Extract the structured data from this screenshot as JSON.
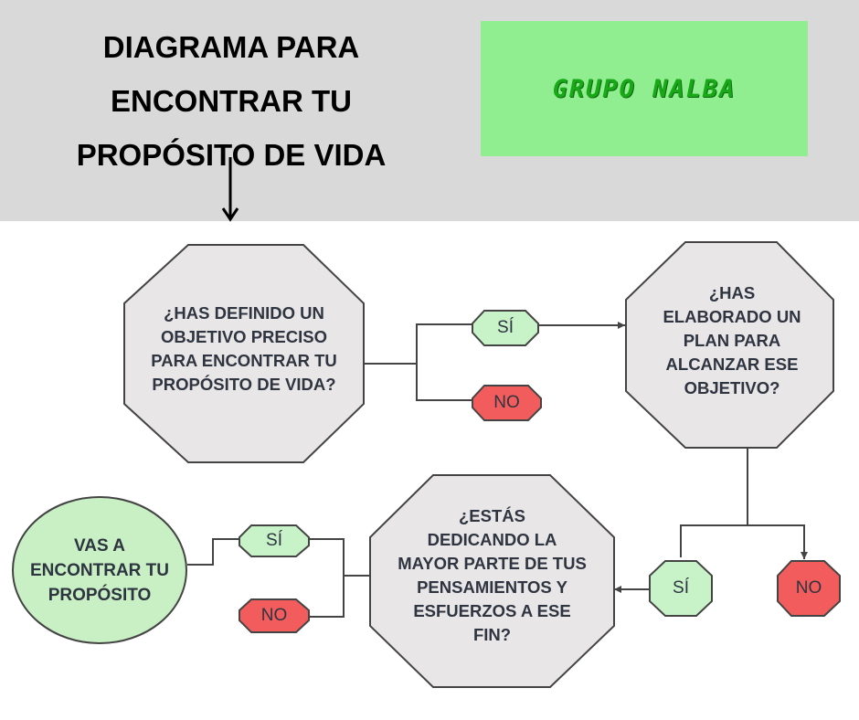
{
  "header": {
    "title_lines": [
      "DIAGRAMA PARA",
      "ENCONTRAR TU",
      "PROPÓSITO DE VIDA"
    ],
    "brand": "GRUPO NALBA"
  },
  "nodes": {
    "q1_lines": [
      "¿HAS DEFINIDO UN",
      "OBJETIVO PRECISO",
      "PARA ENCONTRAR TU",
      "PROPÓSITO DE VIDA?"
    ],
    "q2_lines": [
      "¿HAS",
      "ELABORADO UN",
      "PLAN PARA",
      "ALCANZAR ESE",
      "OBJETIVO?"
    ],
    "q3_lines": [
      "¿ESTÁS",
      "DEDICANDO LA",
      "MAYOR PARTE DE TUS",
      "PENSAMIENTOS Y",
      "ESFUERZOS A ESE",
      "FIN?"
    ],
    "result_lines": [
      "VAS A",
      "ENCONTRAR TU",
      "PROPÓSITO"
    ],
    "yes_label": "SÍ",
    "no_label": "NO"
  },
  "colors": {
    "header_bg": "#d9d9d9",
    "brand_bg": "#90ee90",
    "brand_text": "#18a818",
    "question_fill": "#e8e6e6",
    "yes_fill": "#c8f2c8",
    "no_fill": "#f25c5c",
    "result_fill": "#c8f0c4",
    "stroke": "#444444"
  }
}
